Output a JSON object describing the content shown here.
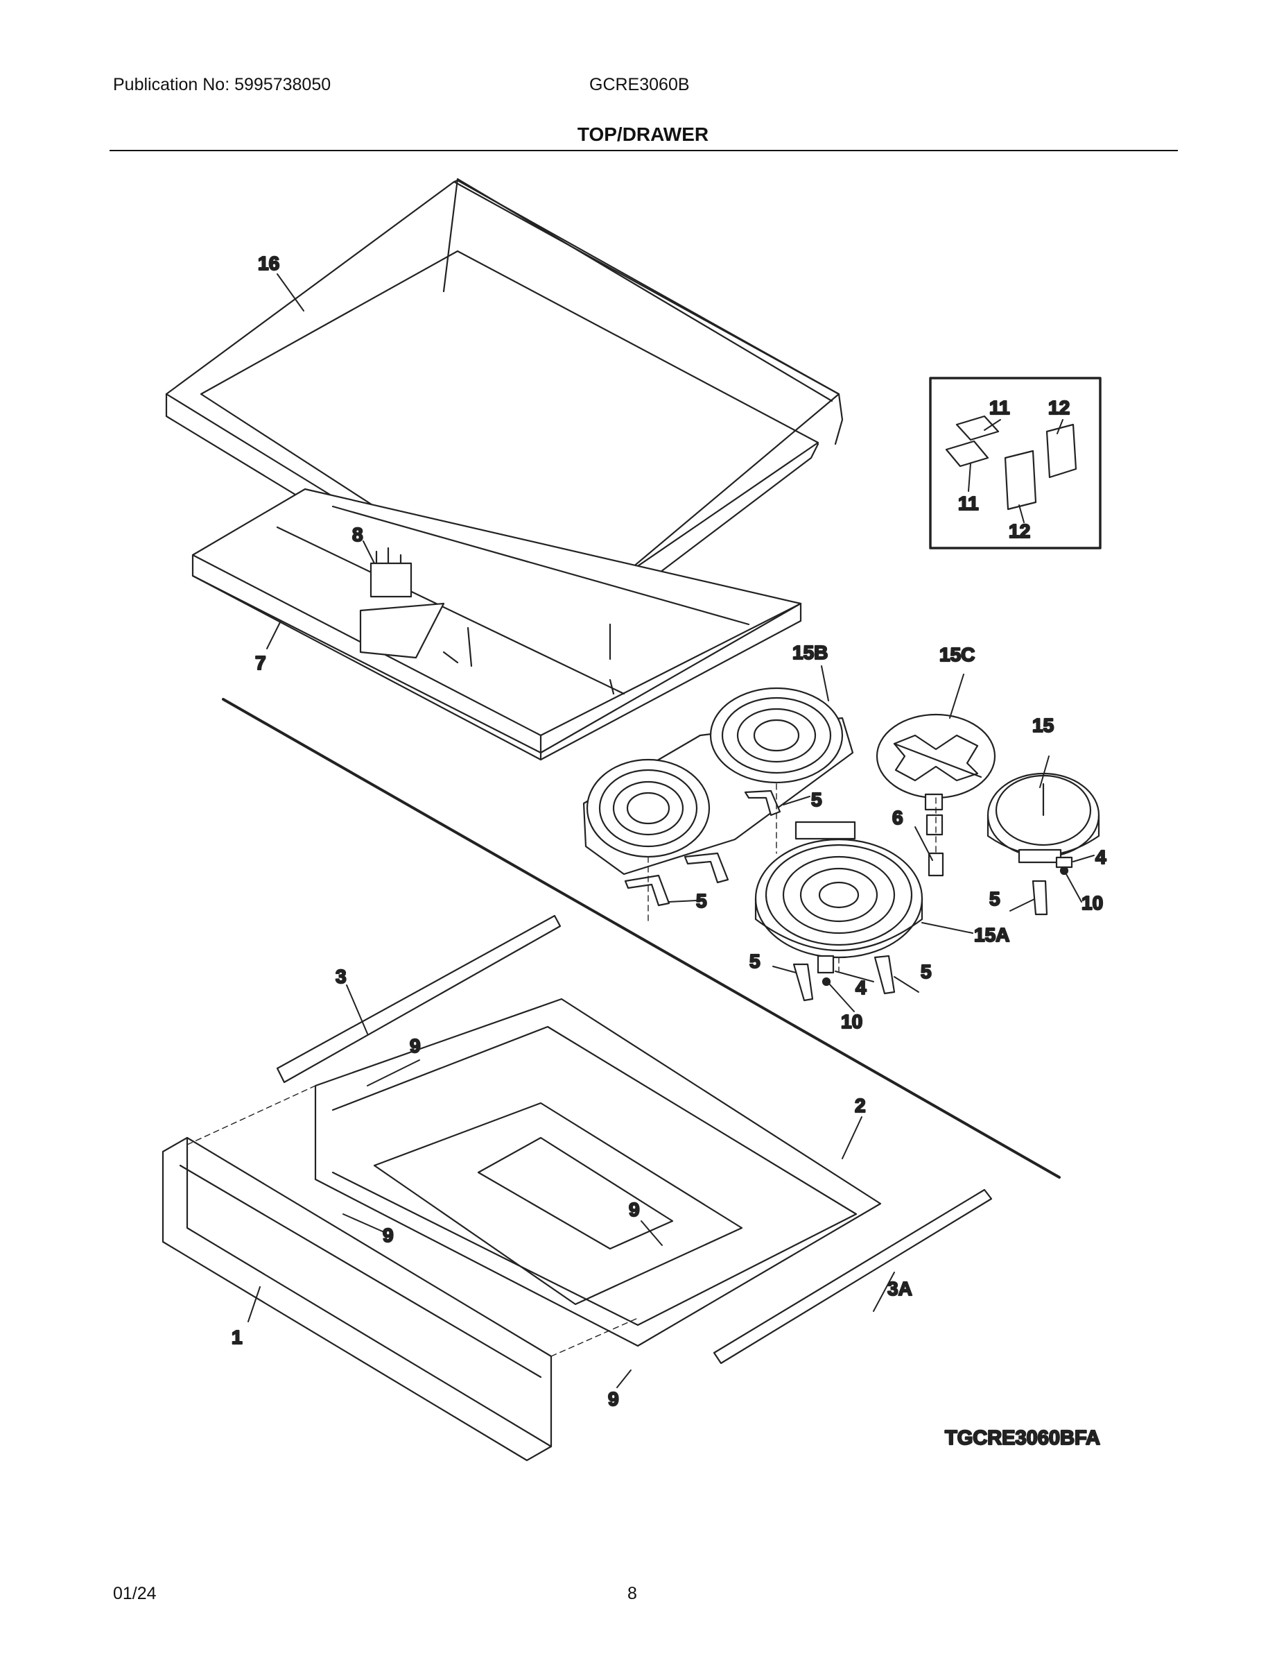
{
  "header": {
    "publication": "Publication No: 5995738050",
    "model": "GCRE3060B",
    "section_title": "TOP/DRAWER"
  },
  "diagram": {
    "drawing_code": "TGCRE3060BFA",
    "callouts": {
      "c16": "16",
      "c8": "8",
      "c7": "7",
      "c15b": "15B",
      "c15c": "15C",
      "c15": "15",
      "c15a": "15A",
      "c6": "6",
      "c5a": "5",
      "c5b": "5",
      "c5c": "5",
      "c5d": "5",
      "c5e": "5",
      "c4a": "4",
      "c4b": "4",
      "c10a": "10",
      "c10b": "10",
      "c3": "3",
      "c3a": "3A",
      "c2": "2",
      "c1": "1",
      "c9a": "9",
      "c9b": "9",
      "c9c": "9",
      "c9d": "9",
      "inset_11a": "11",
      "inset_11b": "11",
      "inset_12a": "12",
      "inset_12b": "12"
    }
  },
  "footer": {
    "date": "01/24",
    "page": "8"
  }
}
